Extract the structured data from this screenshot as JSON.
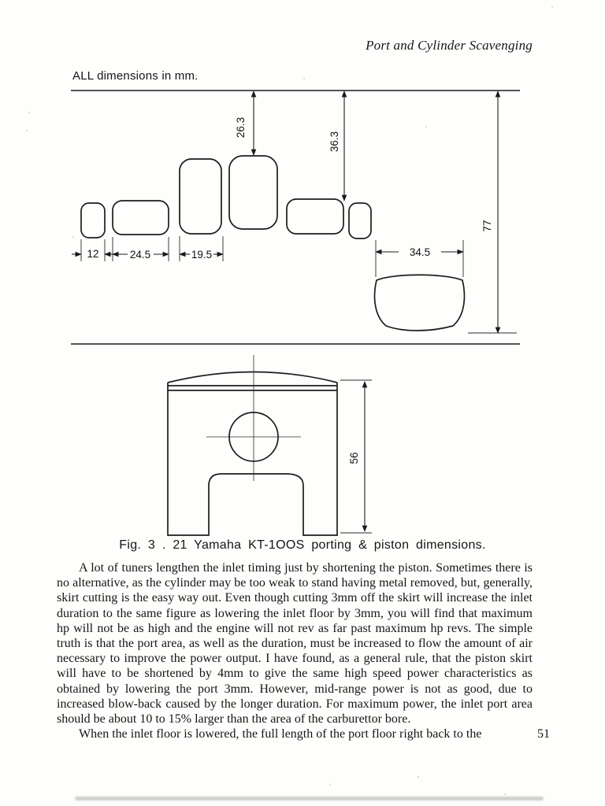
{
  "page": {
    "header": "Port and Cylinder Scavenging",
    "number": "51"
  },
  "figure": {
    "note": "ALL dimensions in mm.",
    "caption": "Fig. 3 . 21  Yamaha KT-1OOS porting  &  piston dimensions.",
    "dims": {
      "d263": "26.3",
      "d363": "36.3",
      "d77": "77",
      "d12": "12",
      "d245": "24.5",
      "d195": "19.5",
      "d345": "34.5",
      "d56": "56"
    }
  },
  "body": {
    "para1": "A lot of tuners lengthen the inlet timing just by shortening the piston. Sometimes there is no alternative, as the cylinder may be too weak to stand having metal removed, but, generally, skirt cutting is the easy way out. Even though cutting 3mm off the skirt will increase the inlet duration to the same figure as lowering the inlet floor by 3mm, you will find that maximum hp will not be as high and the engine will not rev as far past maximum hp revs. The simple truth is that the port area, as well as the duration, must be increased to flow the amount of air necessary to improve the power output. I have found, as a general rule, that the piston skirt will have to be shortened by 4mm to give the same high speed power characteristics as obtained by lowering the port 3mm. However, mid-range power is not as good, due to increased blow-back caused by the longer duration. For maximum power, the inlet port area should be about 10 to 15% larger than the area of the carburettor bore.",
    "para2": "When the inlet floor is lowered, the full length of the port floor right back to the"
  }
}
